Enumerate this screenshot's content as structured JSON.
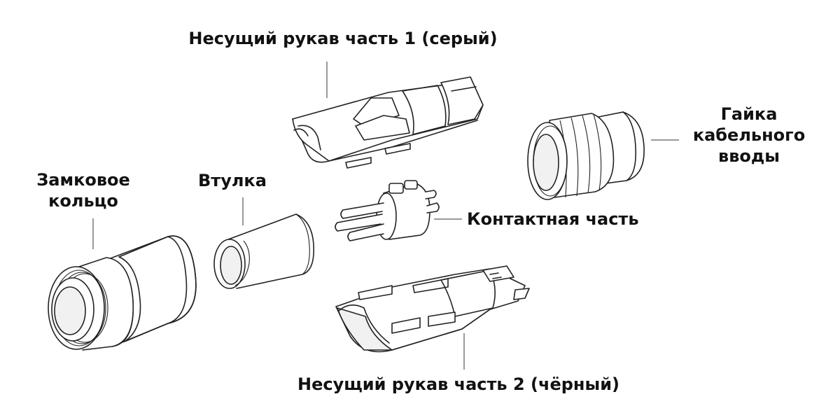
{
  "labels": {
    "sleeve_part1": "Несущий рукав часть 1 (серый)",
    "sleeve_part2": "Несущий рукав часть 2 (чёрный)",
    "nut_line1": "Гайка",
    "nut_line2": "кабельного",
    "nut_line3": "вводы",
    "ring_line1": "Замковое",
    "ring_line2": "кольцо",
    "bushing": "Втулка",
    "contact": "Контактная часть"
  },
  "colors": {
    "line": "#222222",
    "leader": "#9a9a9a",
    "text": "#111111",
    "fill": "#ffffff"
  }
}
